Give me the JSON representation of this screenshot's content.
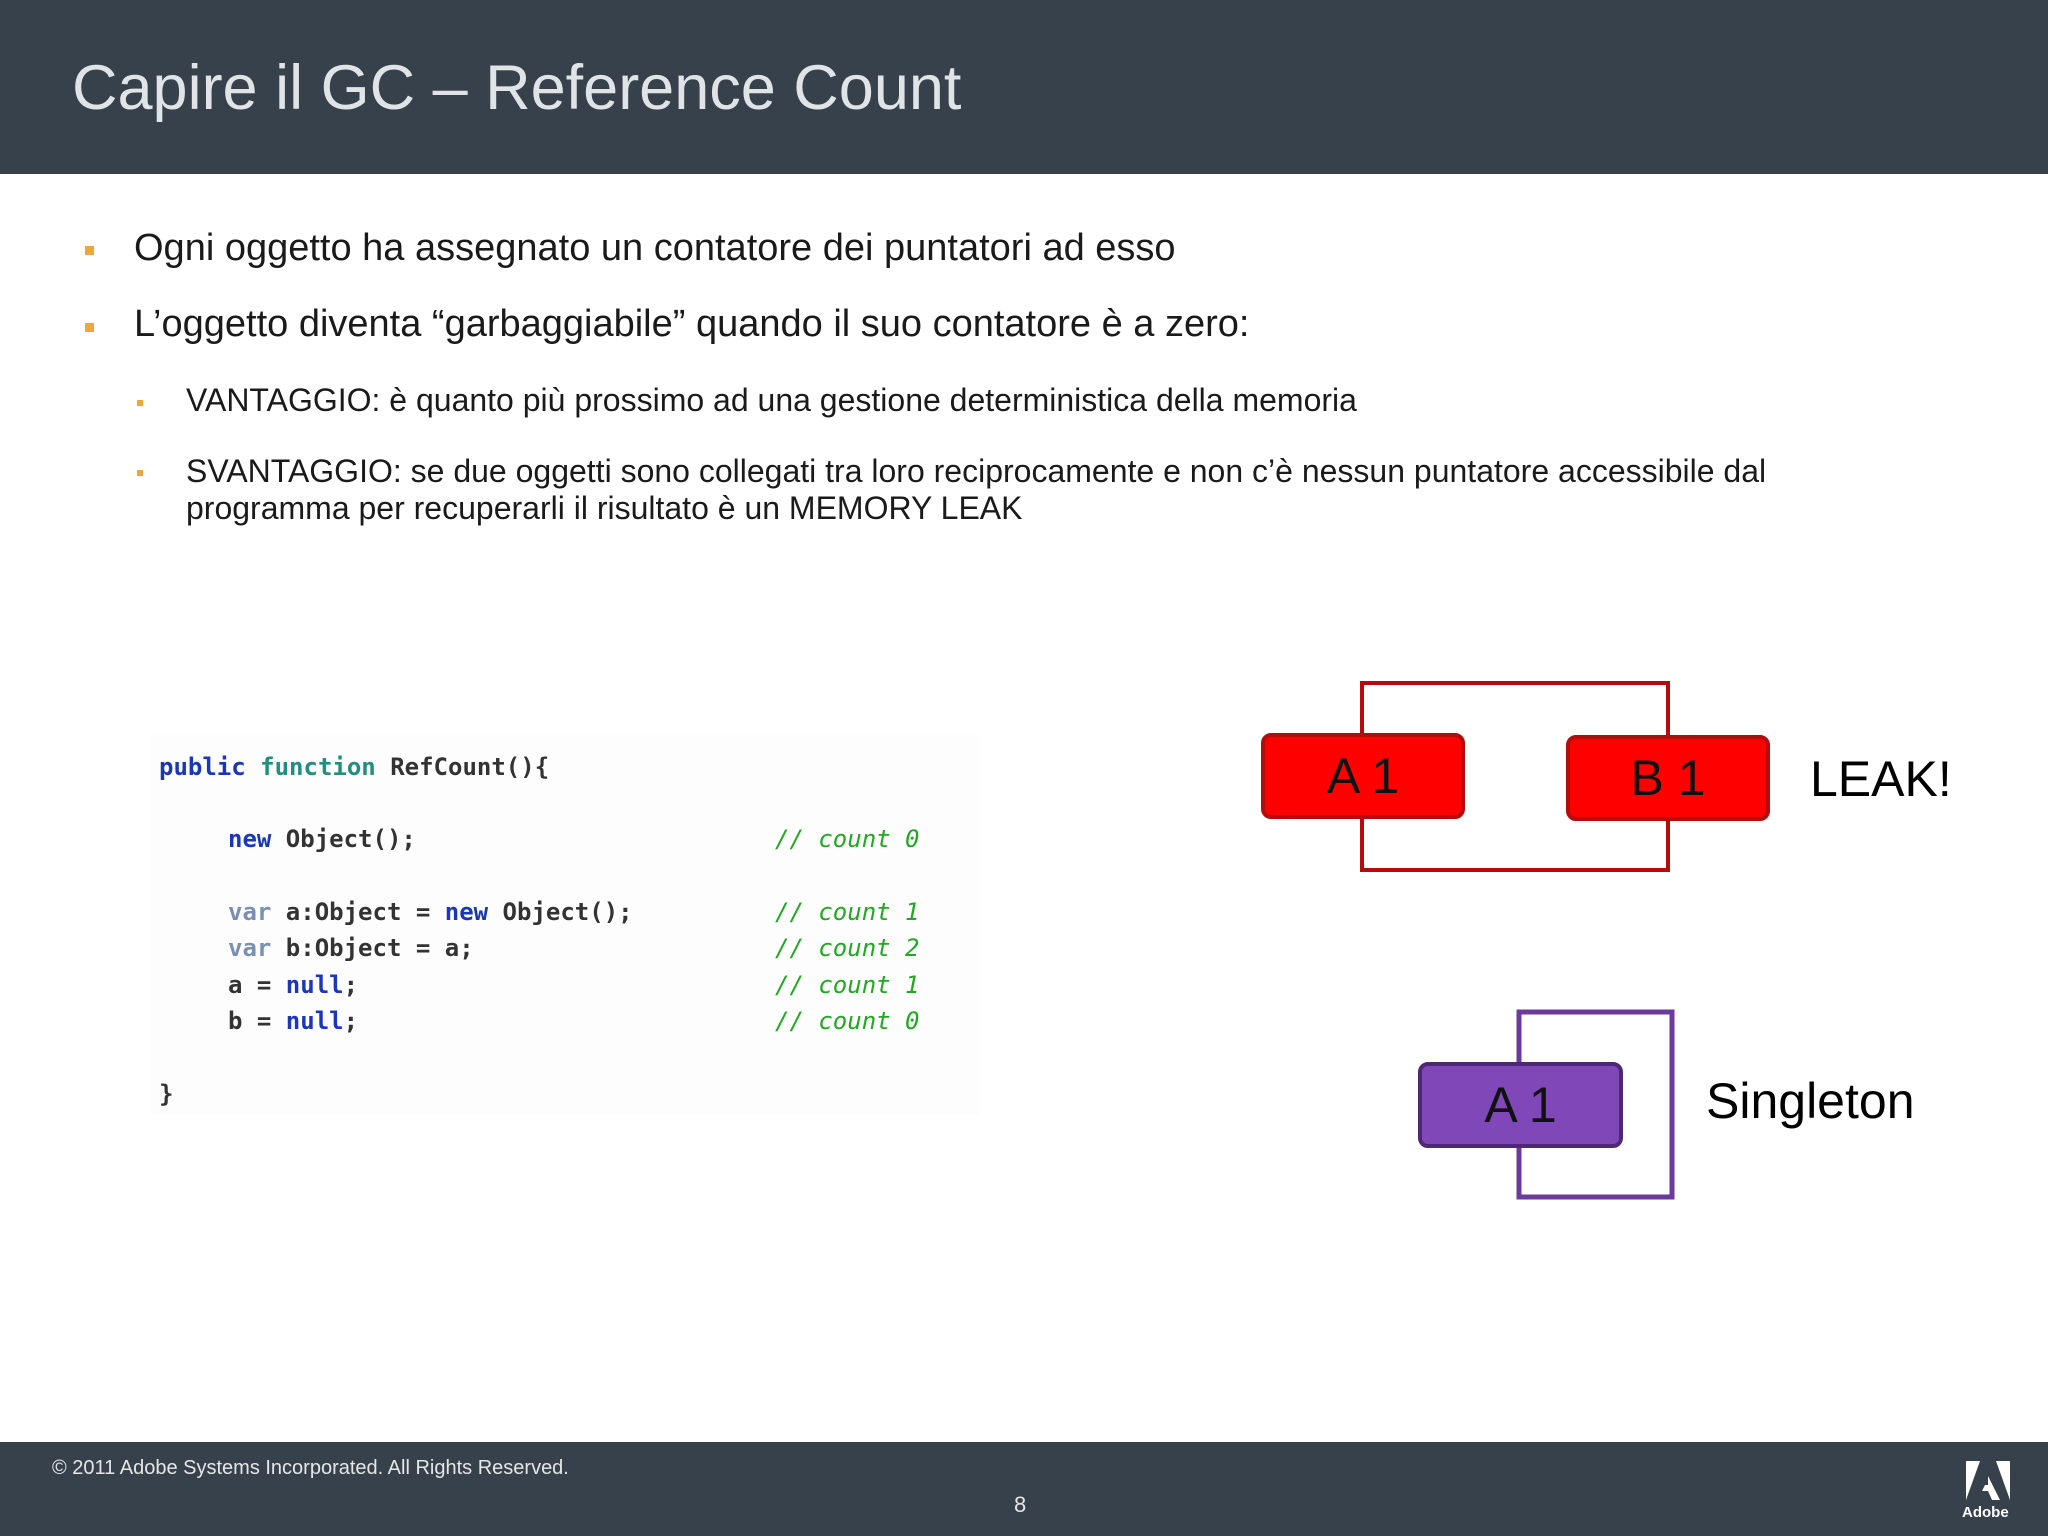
{
  "slide": {
    "title": "Capire il GC – Reference Count",
    "bullets": [
      "Ogni oggetto ha assegnato un contatore dei puntatori ad esso",
      "L’oggetto diventa “garbaggiabile” quando il suo contatore è a zero:"
    ],
    "sub_bullets": [
      {
        "line1": "VANTAGGIO: è quanto più prossimo ad una gestione deterministica della memoria",
        "line2": ""
      },
      {
        "line1": "SVANTAGGIO: se due oggetti sono collegati tra loro reciprocamente e non c’è nessun puntatore accessibile dal",
        "line2": "programma per recuperarli il risultato è un MEMORY LEAK"
      }
    ]
  },
  "code": {
    "l1_kw1": "public",
    "l1_kw2": "function",
    "l1_rest": " RefCount(){",
    "l2_kw": "new",
    "l2_rest": " Object();",
    "l2_comment": "// count 0",
    "l3_var": "var",
    "l3_mid": " a:Object = ",
    "l3_kw": "new",
    "l3_rest": " Object();",
    "l3_comment": "// count 1",
    "l4_var": "var",
    "l4_rest": " b:Object = a;",
    "l4_comment": "// count 2",
    "l5_a": "a = ",
    "l5_kw": "null",
    "l5_semi": ";",
    "l5_comment": "// count 1",
    "l6_a": "b = ",
    "l6_kw": "null",
    "l6_semi": ";",
    "l6_comment": "// count 0",
    "l7": "}"
  },
  "diagram": {
    "leak_box_a": "A 1",
    "leak_box_b": "B 1",
    "leak_label": "LEAK!",
    "singleton_box": "A 1",
    "singleton_label": "Singleton",
    "colors": {
      "red": "#ff0000",
      "dark_red": "#b30c0c",
      "purple": "#7f47b8",
      "dark_purple": "#4e2775"
    }
  },
  "footer": {
    "copyright": "© 2011 Adobe Systems Incorporated.  All Rights Reserved.",
    "page_number": "8",
    "logo_text": "Adobe"
  }
}
